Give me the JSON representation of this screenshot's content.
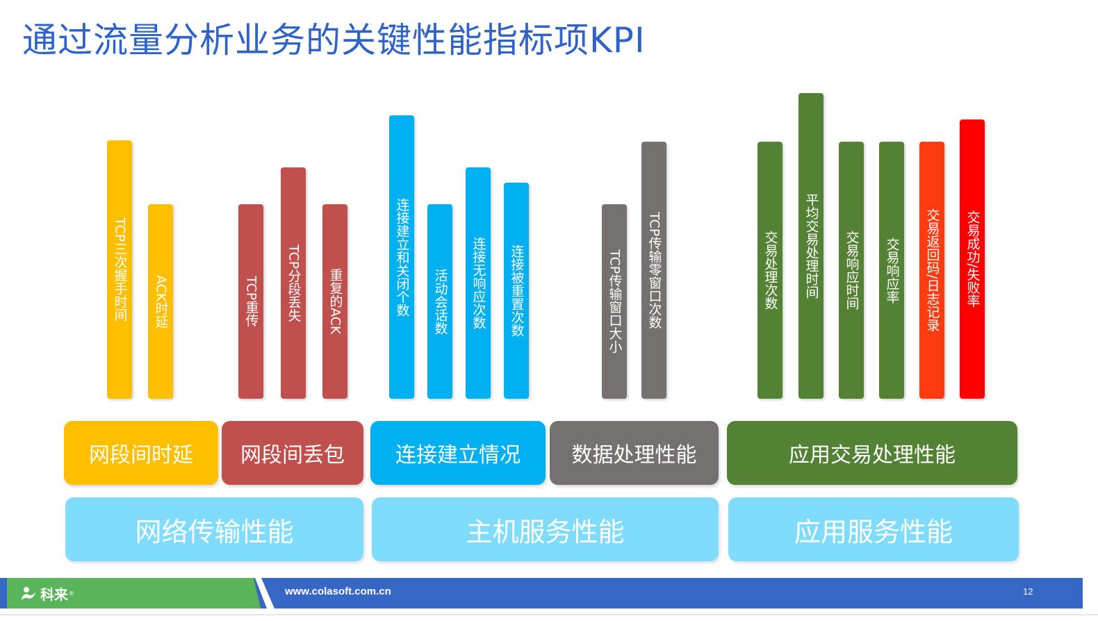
{
  "title": "通过流量分析业务的关键性能指标项KPI",
  "colors": {
    "title": "#2f63c8",
    "segment_delay": "#fdbf00",
    "segment_loss": "#c0504d",
    "connection": "#00b0f0",
    "data_processing": "#767171",
    "app_transaction": "#548235",
    "return_code": "#ff3b0f",
    "success_rate": "#ff0000",
    "group_bg": "#7fdcfc",
    "footer_blue": "#3767c5",
    "footer_green": "#5ab55a"
  },
  "kpi_bars": [
    {
      "label": "TCP三次握手时间",
      "category": "网段间时延",
      "color": "#fdbf00"
    },
    {
      "label": "ACK时延",
      "category": "网段间时延",
      "color": "#fdbf00"
    },
    {
      "label": "TCP重传",
      "category": "网段间丢包",
      "color": "#c0504d"
    },
    {
      "label": "TCP分段丢失",
      "category": "网段间丢包",
      "color": "#c0504d"
    },
    {
      "label": "重复的ACK",
      "category": "网段间丢包",
      "color": "#c0504d"
    },
    {
      "label": "连接建立和关闭个数",
      "category": "连接建立情况",
      "color": "#00b0f0"
    },
    {
      "label": "活动会话数",
      "category": "连接建立情况",
      "color": "#00b0f0"
    },
    {
      "label": "连接无响应次数",
      "category": "连接建立情况",
      "color": "#00b0f0"
    },
    {
      "label": "连接被重置次数",
      "category": "连接建立情况",
      "color": "#00b0f0"
    },
    {
      "label": "TCP传输窗口大小",
      "category": "数据处理性能",
      "color": "#767171"
    },
    {
      "label": "TCP传输零窗口次数",
      "category": "数据处理性能",
      "color": "#767171"
    },
    {
      "label": "交易处理次数",
      "category": "应用交易处理性能",
      "color": "#548235"
    },
    {
      "label": "平均交易处理时间",
      "category": "应用交易处理性能",
      "color": "#548235"
    },
    {
      "label": "交易响应时间",
      "category": "应用交易处理性能",
      "color": "#548235"
    },
    {
      "label": "交易响应率",
      "category": "应用交易处理性能",
      "color": "#548235"
    },
    {
      "label": "交易返回码/日志记录",
      "category": "应用交易处理性能",
      "color": "#ff3b0f"
    },
    {
      "label": "交易成功/失败率",
      "category": "应用交易处理性能",
      "color": "#ff0000"
    }
  ],
  "categories": [
    {
      "label": "网段间时延",
      "color": "#fdbf00"
    },
    {
      "label": "网段间丢包",
      "color": "#c0504d"
    },
    {
      "label": "连接建立情况",
      "color": "#00b0f0"
    },
    {
      "label": "数据处理性能",
      "color": "#767171"
    },
    {
      "label": "应用交易处理性能",
      "color": "#548235"
    }
  ],
  "groups": [
    {
      "label": "网络传输性能"
    },
    {
      "label": "主机服务性能"
    },
    {
      "label": "应用服务性能"
    }
  ],
  "footer": {
    "logo_text": "科来",
    "logo_reg": "®",
    "website": "www.colasoft.com.cn",
    "page_number": "12",
    "logo_icon": "colasoft-logo-icon"
  }
}
